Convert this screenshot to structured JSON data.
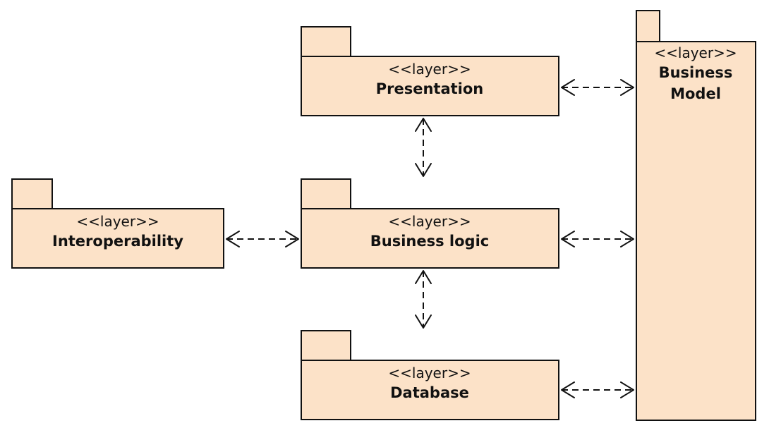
{
  "diagram": {
    "packages": {
      "presentation": {
        "stereotype": "<<layer>>",
        "name": "Presentation"
      },
      "business_logic": {
        "stereotype": "<<layer>>",
        "name": "Business logic"
      },
      "database": {
        "stereotype": "<<layer>>",
        "name": "Database"
      },
      "interoperability": {
        "stereotype": "<<layer>>",
        "name": "Interoperability"
      },
      "business_model": {
        "stereotype": "<<layer>>",
        "name_line1": "Business",
        "name_line2": "Model"
      }
    },
    "connections": [
      {
        "from": "Presentation",
        "to": "Business Model",
        "style": "dashed",
        "arrows": "both"
      },
      {
        "from": "Presentation",
        "to": "Business logic",
        "style": "dashed",
        "arrows": "both"
      },
      {
        "from": "Interoperability",
        "to": "Business logic",
        "style": "dashed",
        "arrows": "both"
      },
      {
        "from": "Business logic",
        "to": "Business Model",
        "style": "dashed",
        "arrows": "both"
      },
      {
        "from": "Business logic",
        "to": "Database",
        "style": "dashed",
        "arrows": "both"
      },
      {
        "from": "Database",
        "to": "Business Model",
        "style": "dashed",
        "arrows": "both"
      }
    ],
    "colors": {
      "package_fill": "#fce2c8",
      "stroke": "#111111"
    }
  }
}
